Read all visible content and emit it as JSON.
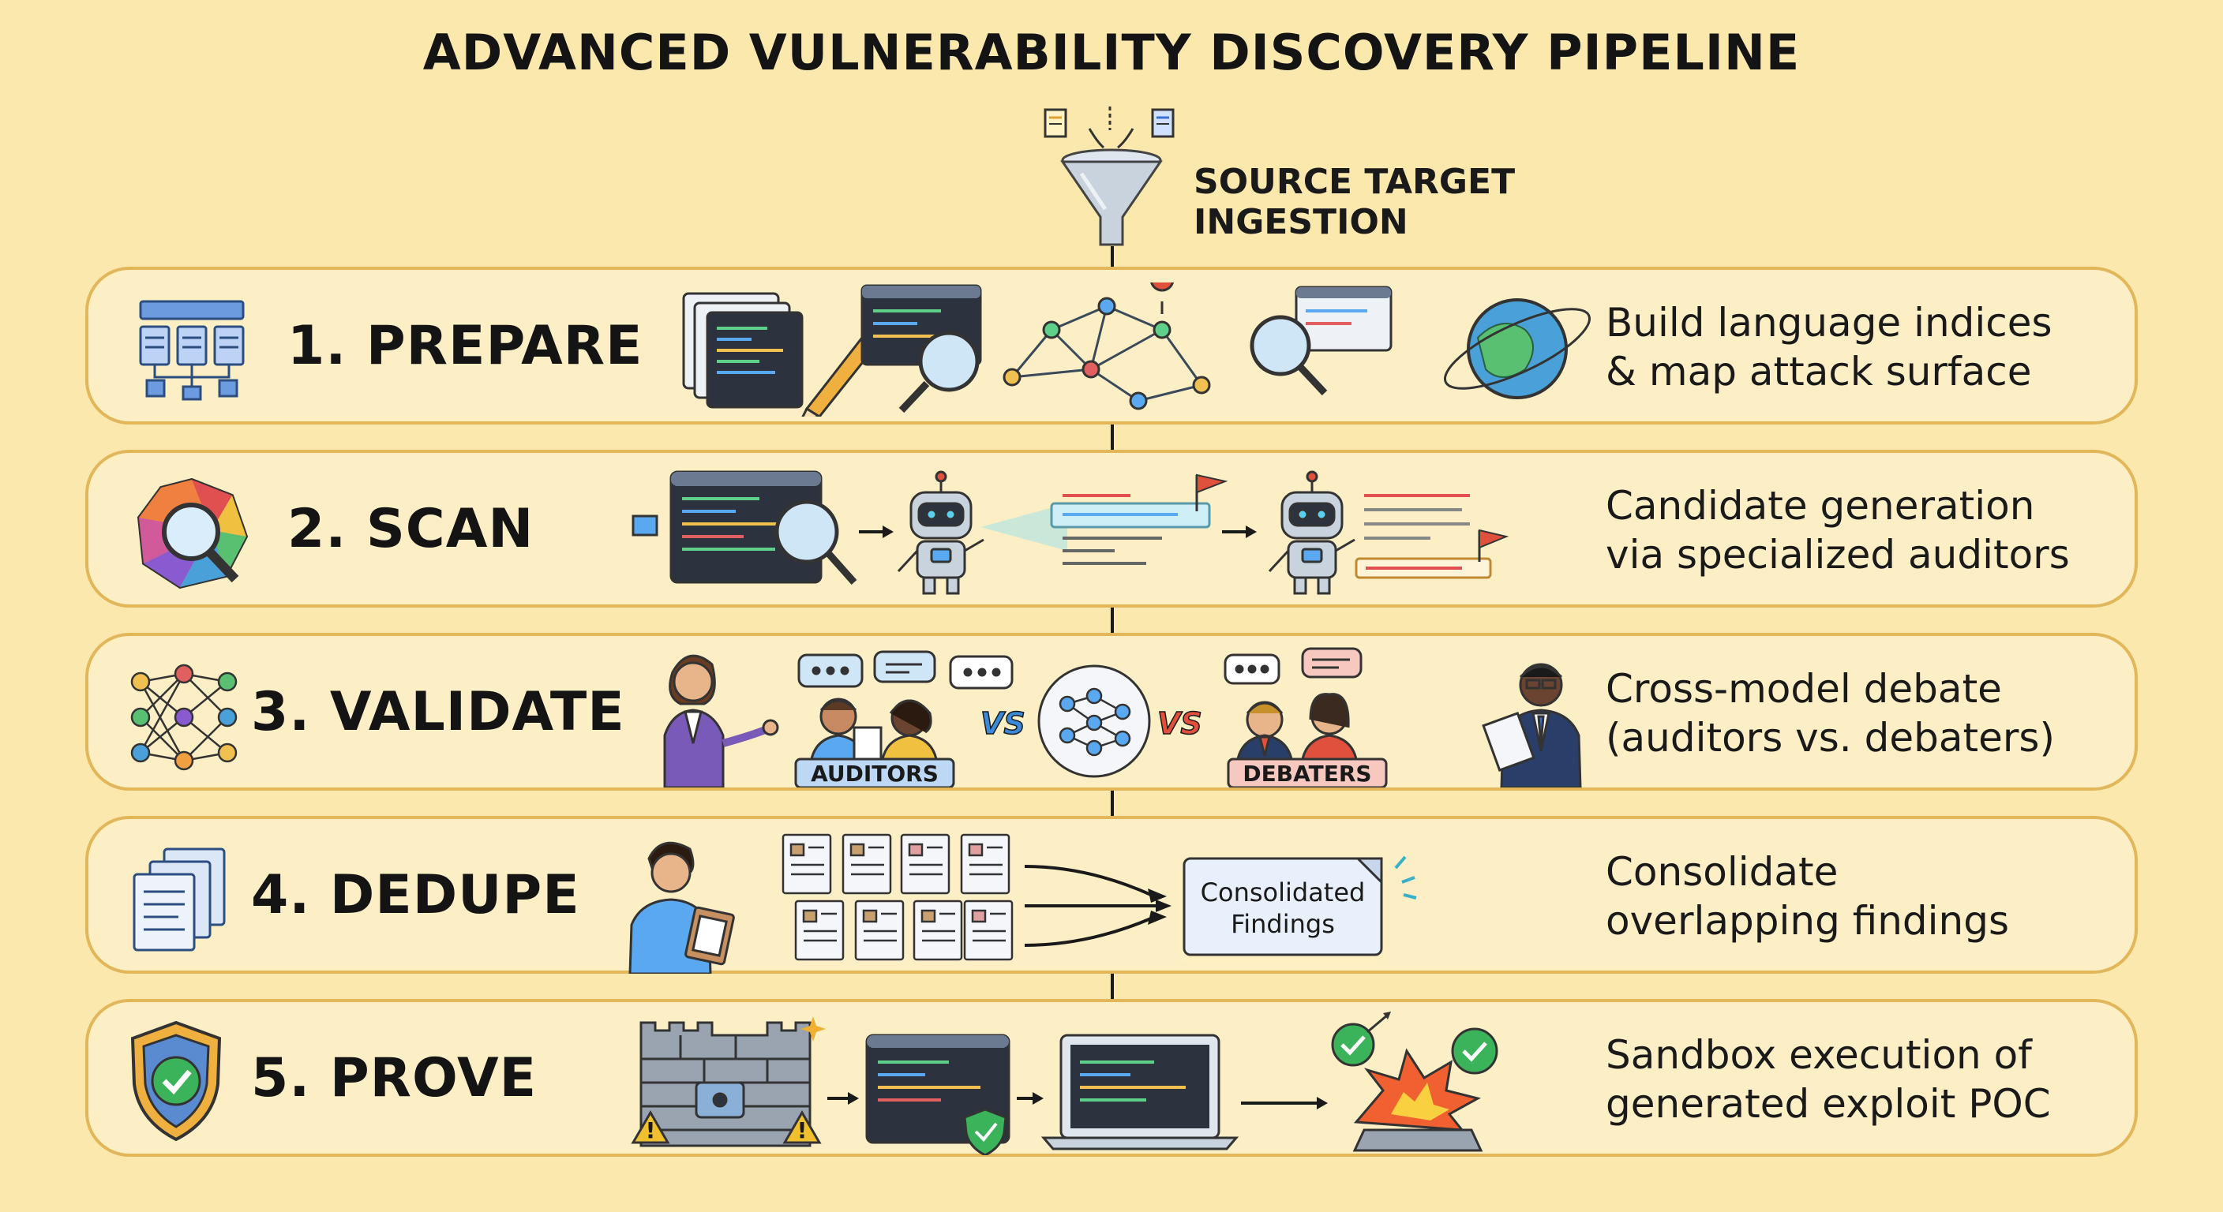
{
  "title": "ADVANCED VULNERABILITY DISCOVERY PIPELINE",
  "ingestion": {
    "line1": "SOURCE TARGET",
    "line2": "INGESTION"
  },
  "stages": [
    {
      "label": "1. PREPARE",
      "desc_line1": "Build language indices",
      "desc_line2": "& map attack surface",
      "icon": "hierarchy-icon"
    },
    {
      "label": "2. SCAN",
      "desc_line1": "Candidate generation",
      "desc_line2": "via specialized auditors",
      "icon": "magnifier-polygon-icon"
    },
    {
      "label": "3. VALIDATE",
      "desc_line1": "Cross-model debate",
      "desc_line2": "(auditors vs. debaters)",
      "icon": "neural-network-icon",
      "auditors_label": "AUDITORS",
      "debaters_label": "DEBATERS",
      "vs_label": "VS"
    },
    {
      "label": "4. DEDUPE",
      "desc_line1": "Consolidate",
      "desc_line2": "overlapping findings",
      "icon": "documents-icon",
      "box_line1": "Consolidated",
      "box_line2": "Findings"
    },
    {
      "label": "5. PROVE",
      "desc_line1": "Sandbox execution of",
      "desc_line2": "generated exploit POC",
      "icon": "shield-check-icon"
    }
  ],
  "colors": {
    "background": "#fbe8ad",
    "stage_fill": "#fcefc6",
    "stage_border": "#e2b75a",
    "accent_blue": "#5b8fd6",
    "accent_red": "#e0503c",
    "accent_green": "#3bb35a"
  }
}
